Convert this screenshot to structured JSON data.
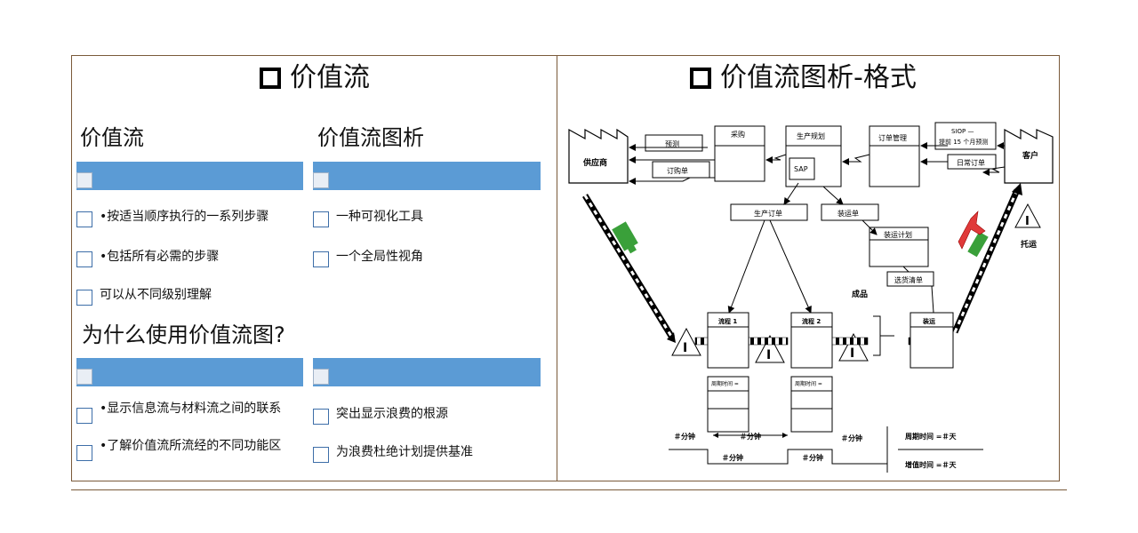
{
  "left_panel": {
    "title": "价值流",
    "col1_heading": "价值流",
    "col2_heading": "价值流图析",
    "col1_items": [
      "•按适当顺序执行的一系列步骤",
      "•包括所有必需的步骤",
      "可以从不同级别理解"
    ],
    "col2_items": [
      "一种可视化工具",
      "一个全局性视角"
    ],
    "why_heading": "为什么使用价值流图?",
    "why_col1_items": [
      "•显示信息流与材料流之间的联系",
      "•了解价值流所流经的不同功能区"
    ],
    "why_col2_items": [
      "突出显示浪费的根源",
      "为浪费杜绝计划提供基准"
    ]
  },
  "right_panel": {
    "title": "价值流图析-格式",
    "diagram": {
      "supplier": "供应商",
      "customer": "客户",
      "forecast": "预测",
      "purchase_order": "订购单",
      "procurement": "采购",
      "production_planning": "生产规划",
      "sap": "SAP",
      "order_management": "订单管理",
      "siop_line1": "SIOP —",
      "siop_line2": "提前 15 个月预测",
      "daily_order": "日常订单",
      "production_order": "生产订单",
      "shipping_order": "装运单",
      "shipping_plan": "装运计划",
      "pick_list": "选货清单",
      "finished_goods": "成品",
      "process1": "流程 1",
      "process2": "流程 2",
      "shipping": "装运",
      "cycle_time_label": "周期时间 =",
      "inventory_symbol": "I",
      "trucking": "托运",
      "minutes": "＃分钟",
      "cycle_time_total": "周期时间 =＃天",
      "value_added_time": "增值时间 =＃天"
    }
  },
  "colors": {
    "accent_bar": "#5b9bd5",
    "border": "#7a5a3a",
    "checkbox": "#3d6ea8"
  }
}
